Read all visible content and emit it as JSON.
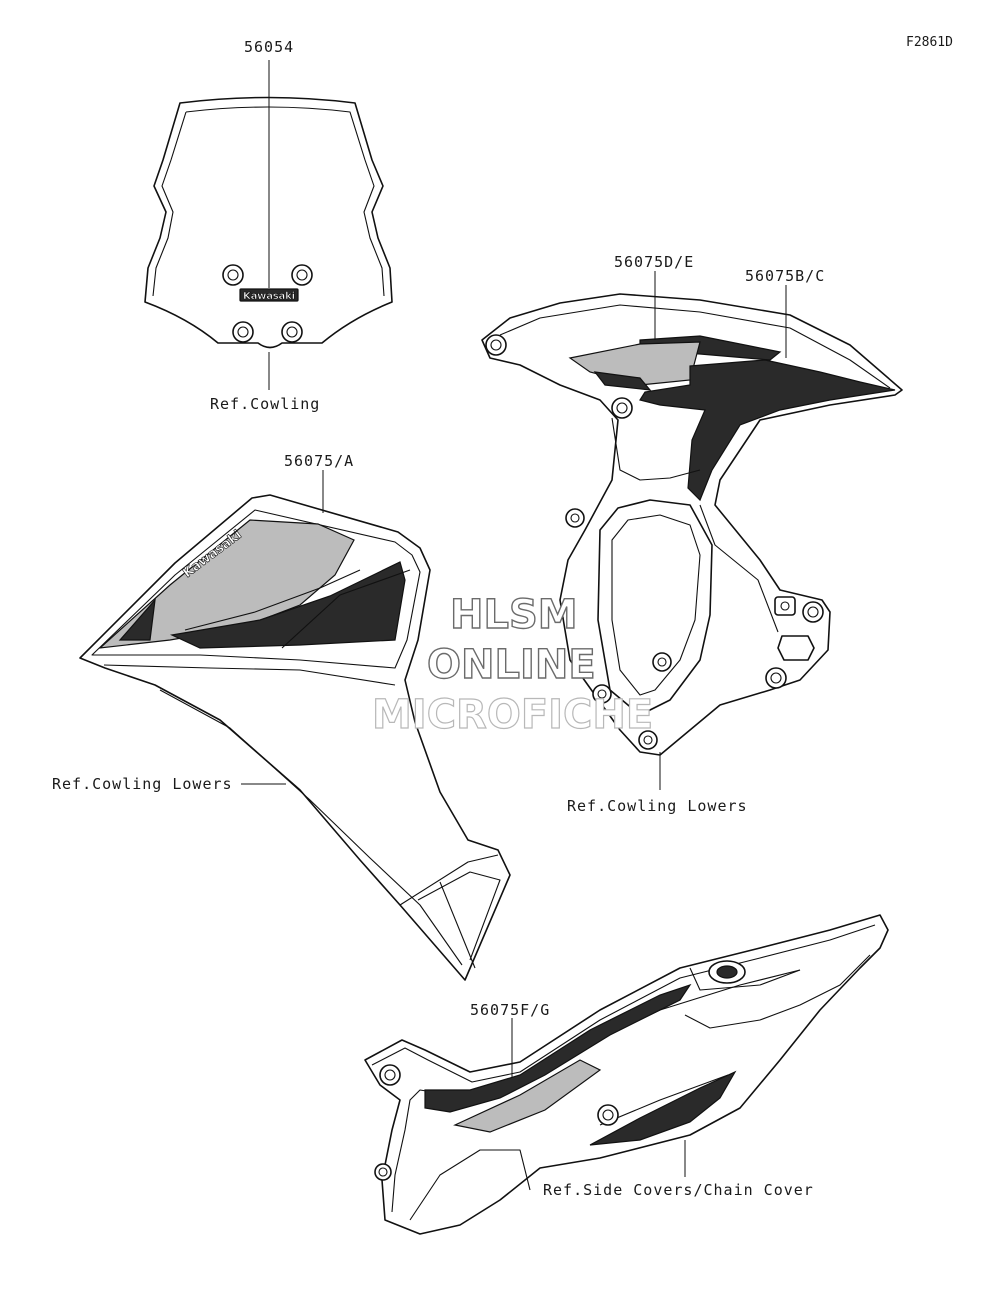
{
  "figure_id": "F2861D",
  "callouts": {
    "windshield_decal": "56054",
    "ref_cowling": "Ref.Cowling",
    "left_cowl_decal": "56075/A",
    "ref_cowling_lowers_left": "Ref.Cowling Lowers",
    "right_cowl_decal_de": "56075D/E",
    "right_cowl_decal_bc": "56075B/C",
    "ref_cowling_lowers_right": "Ref.Cowling Lowers",
    "side_cover_decal": "56075F/G",
    "ref_side_covers": "Ref.Side Covers/Chain Cover"
  },
  "watermark": {
    "line1": "HLSM",
    "line2": "ONLINE",
    "line3": "MICROFICHE"
  },
  "decal_text": {
    "brand": "Kawasaki"
  }
}
